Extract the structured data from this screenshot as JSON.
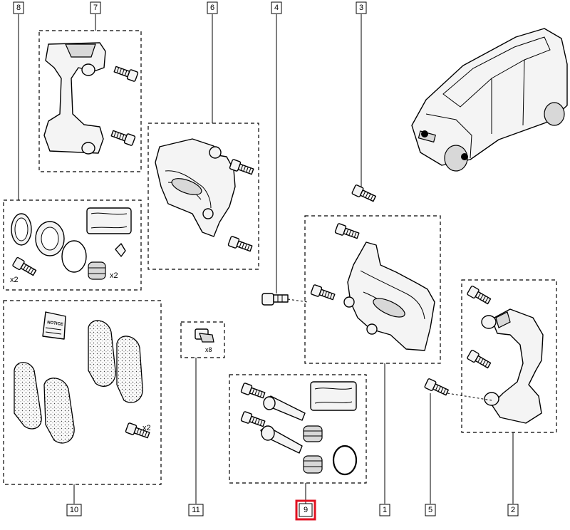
{
  "callouts": {
    "c1": "1",
    "c2": "2",
    "c3": "3",
    "c4": "4",
    "c5": "5",
    "c6": "6",
    "c7": "7",
    "c8": "8",
    "c9": "9",
    "c10": "10",
    "c11": "11"
  },
  "quantities": {
    "kit8_bolt": "x2",
    "kit8_boot": "x2",
    "kit10_bolt": "x2",
    "kit11_clip": "x8"
  },
  "labels": {
    "notice": "NOTICE"
  },
  "highlight": {
    "callout": "9",
    "color": "#e01020"
  }
}
